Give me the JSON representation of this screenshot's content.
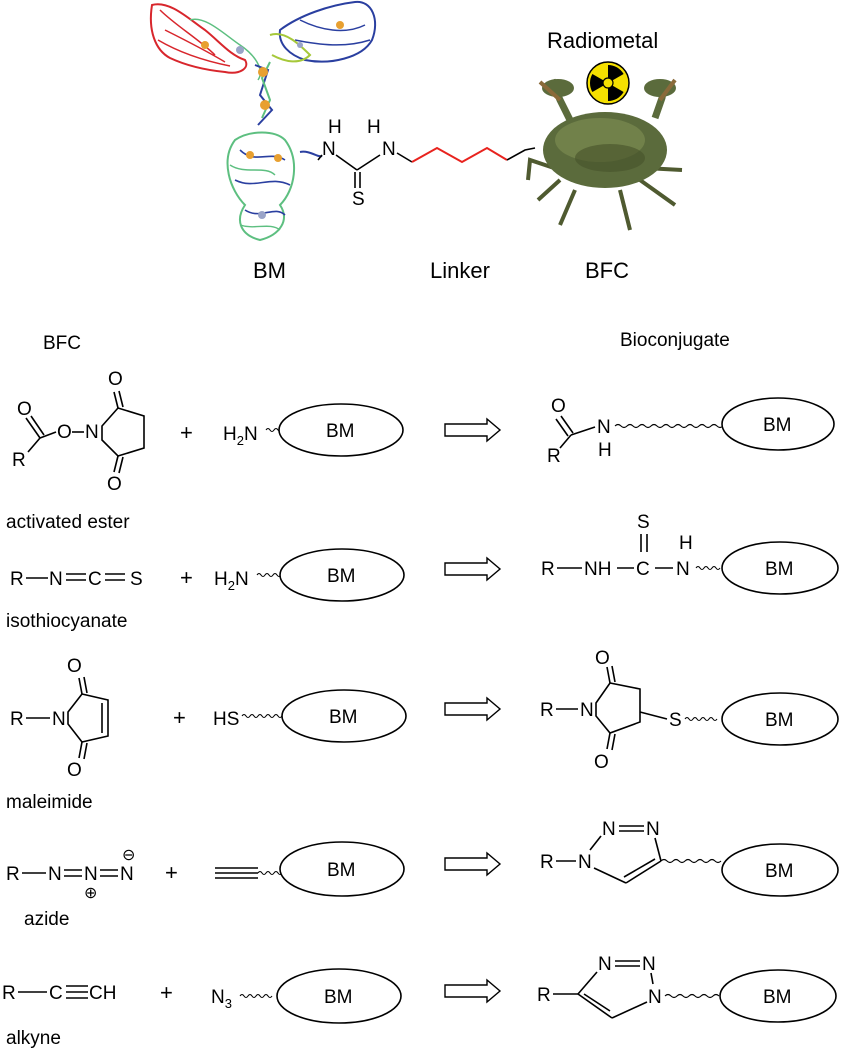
{
  "header": {
    "radiometal_label": "Radiometal",
    "bm_label": "BM",
    "linker_label": "Linker",
    "bfc_label": "BFC",
    "thiourea_atoms": {
      "h": "H",
      "n": "N",
      "s": "S"
    }
  },
  "columns": {
    "left_title": "BFC",
    "right_title": "Bioconjugate"
  },
  "common": {
    "bm": "BM",
    "plus": "+",
    "r": "R"
  },
  "reactions": [
    {
      "name": "activated ester",
      "bfc_atoms": {
        "o_carbonyl": "O",
        "o_ester": "O",
        "n": "N",
        "o_top": "O",
        "o_bottom": "O"
      },
      "reagent": "H2N",
      "product_atoms": {
        "o": "O",
        "nh": "N",
        "h": "H"
      }
    },
    {
      "name": "isothiocyanate",
      "bfc_formula": "R—N=C=S",
      "reagent": "H2N",
      "product_atoms": {
        "nh": "NH",
        "c": "C",
        "s": "S",
        "h": "H",
        "n": "N"
      }
    },
    {
      "name": "maleimide",
      "bfc_atoms": {
        "n": "N",
        "o_top": "O",
        "o_bottom": "O"
      },
      "reagent": "HS",
      "product_atoms": {
        "n": "N",
        "o_top": "O",
        "o_bottom": "O",
        "s": "S"
      }
    },
    {
      "name": "azide",
      "bfc_atoms": {
        "n1": "N",
        "n2": "N",
        "n3": "N",
        "plus": "⊕",
        "minus": "⊖"
      },
      "reagent": "alkyne-terminated BM",
      "product_atoms": {
        "n1": "N",
        "n2": "N",
        "n3": "N"
      }
    },
    {
      "name": "alkyne",
      "bfc_formula": "R—C≡CH",
      "reagent": "N3",
      "product_atoms": {
        "n1": "N",
        "n2": "N",
        "n3": "N"
      }
    }
  ],
  "colors": {
    "linker_highlight": "#e8231e",
    "radiation_yellow": "#f5e000",
    "antibody_red": "#d8262c",
    "antibody_blue": "#2a3fa0",
    "antibody_green": "#5dbf80",
    "antibody_lime": "#a6c83a",
    "crab_body": "#5b6b3c"
  },
  "icons": [
    "antibody-structure",
    "crab-image",
    "radiation-icon"
  ]
}
